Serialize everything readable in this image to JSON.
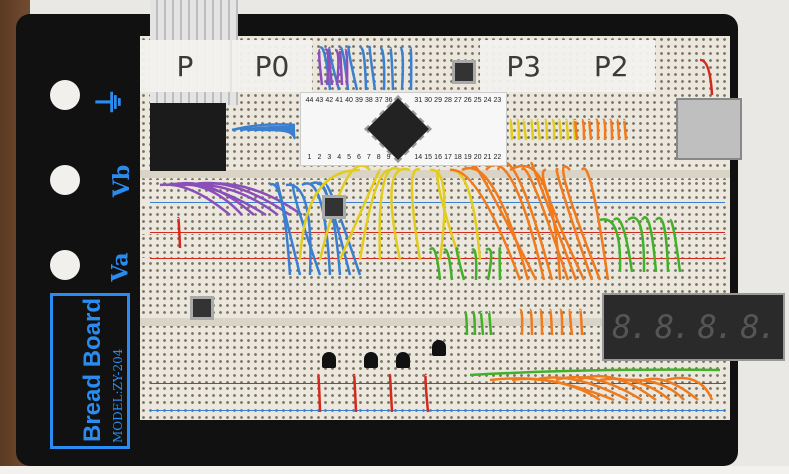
{
  "board": {
    "brand": "Bread Board",
    "model": "MODEL:ZY-204",
    "ground_symbol": "⏚",
    "label_vb": "Vb",
    "label_va": "Va"
  },
  "tape_labels": [
    "P",
    "P0",
    "P3",
    "P2"
  ],
  "module": {
    "pins_top": [
      "44",
      "43",
      "42",
      "41",
      "40",
      "39",
      "38",
      "37",
      "36",
      "",
      "",
      "31",
      "30",
      "29",
      "28",
      "27",
      "26",
      "25",
      "24",
      "23"
    ],
    "pins_bottom": [
      "1",
      "2",
      "3",
      "4",
      "5",
      "6",
      "7",
      "8",
      "9",
      "",
      "",
      "14",
      "15",
      "16",
      "17",
      "18",
      "19",
      "20",
      "21",
      "22"
    ]
  },
  "display": {
    "digits": [
      "8.",
      "8.",
      "8.",
      "8."
    ]
  },
  "wire_colors": {
    "blue": "#3b7fd0",
    "yellow": "#e2cc1e",
    "orange": "#f07a1c",
    "green": "#43b02a",
    "purple": "#8a4fb8",
    "red": "#d22a1e"
  }
}
